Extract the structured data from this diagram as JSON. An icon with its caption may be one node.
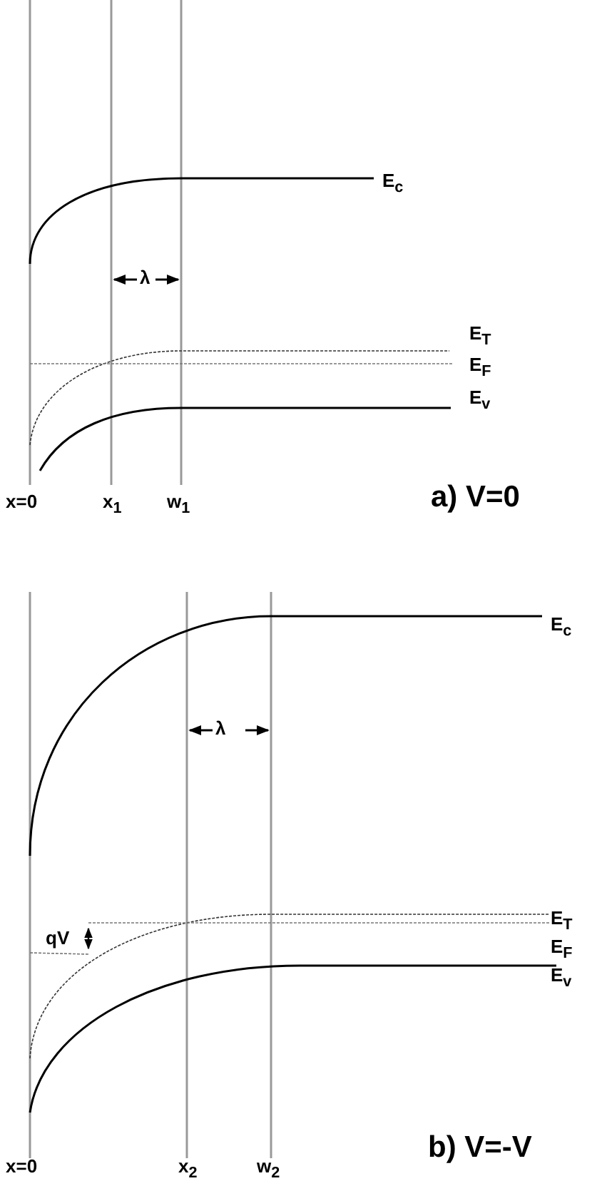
{
  "diagram": {
    "labels": [
      "E$_{c}$",
      "λ",
      "E$_{T}$",
      "E$_{F}$",
      "E$_{v}$",
      "x=0",
      "x$_{1}$",
      "w$_{1}$",
      "a) V=0",
      "E$_{c}$",
      "λ",
      "E$_{T}$",
      "E$_{F}$",
      "qV",
      "E$_{v}$",
      "x=0",
      "x$_{2}$",
      "w$_{2}$",
      "b) V=-V"
    ]
  }
}
